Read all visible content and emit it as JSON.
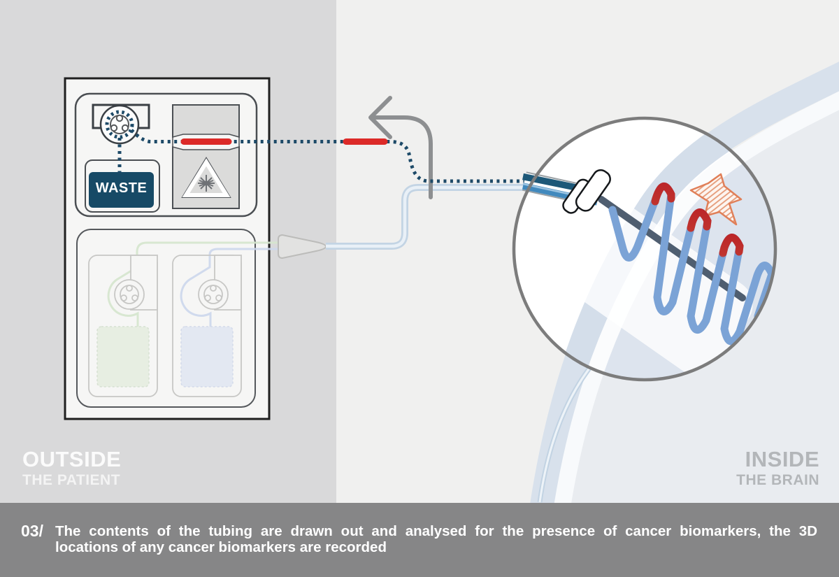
{
  "labels": {
    "outside": {
      "title": "OUTSIDE",
      "subtitle": "THE PATIENT"
    },
    "inside": {
      "title": "INSIDE",
      "subtitle": "THE BRAIN"
    }
  },
  "machine": {
    "waste_label": "WASTE"
  },
  "caption": {
    "number": "03/",
    "line1": "The contents of the tubing are drawn out and analysed for the presence of cancer biomarkers, the 3D",
    "line2": "locations of any cancer biomarkers are recorded"
  },
  "colors": {
    "left_bg": "#d9d9da",
    "right_bg": "#f0f0ef",
    "caption_bar": "#868687",
    "waste_navy": "#174a66",
    "sample_red": "#dc2a28",
    "tube_navy": "#1d4a68",
    "coil_blue": "#7ba3d6",
    "coil_red_tip": "#c0272d",
    "probe_slate": "#4f5e70",
    "lens_border": "#7c7c7c",
    "swoosh_blue": "#d8e1ec",
    "tumor_outline": "#e07f58"
  }
}
